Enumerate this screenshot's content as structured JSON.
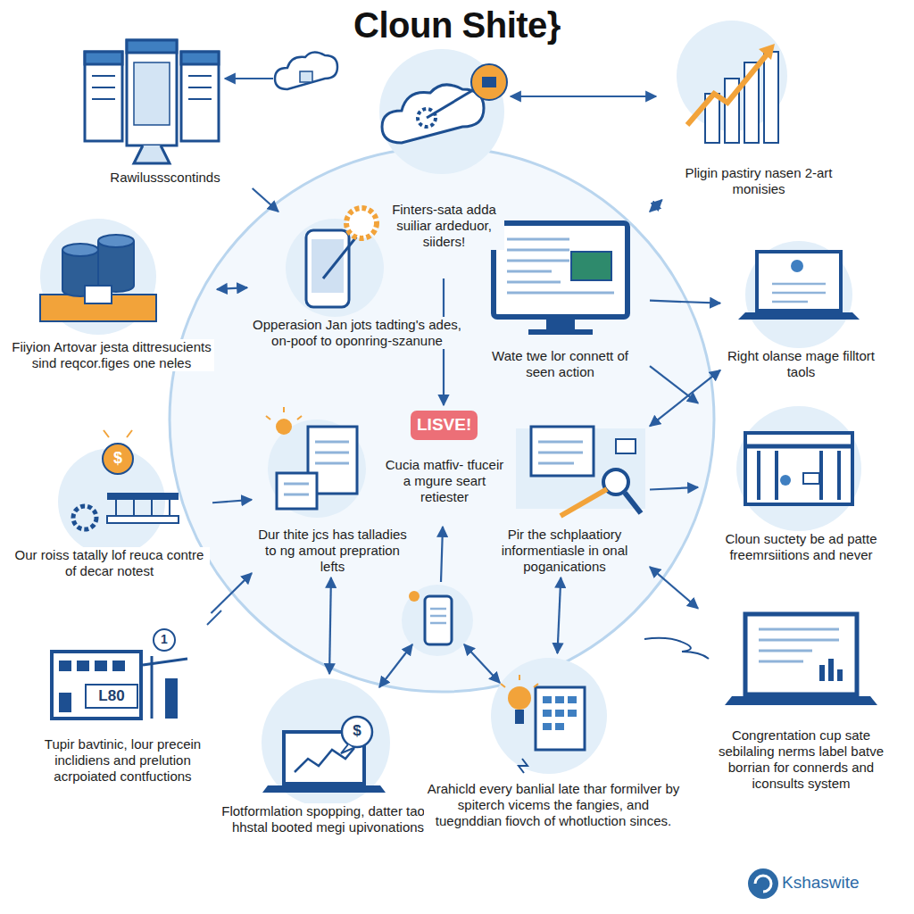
{
  "diagram": {
    "title": "Cloun Shite}",
    "nodes": [
      {
        "text": [
          "Rawilussscontinds"
        ]
      },
      {
        "text": [
          "Pligin pastiry nasen 2-art monisies"
        ]
      },
      {
        "text": [
          "Fiiyion Artovar jesta dittresucients sind reqcor.figes one neles"
        ]
      },
      {
        "text": [
          "Opperasion Jan jots tadting's ades, on-poof to oponring-szanune"
        ]
      },
      {
        "text": [
          "Wate twe lor connett of seen action"
        ]
      },
      {
        "text": [
          "Right olanse mage filltort taols"
        ]
      },
      {
        "text": [
          "LISVE!"
        ]
      },
      {
        "text": [
          "Our roiss tatally lof reuca contre of decar notest"
        ]
      },
      {
        "text": [
          "Dur thite jcs has talladies to ng amout prepration lefts"
        ]
      },
      {
        "text": [
          "Pir the schplaatiory informentiasle in onal poganications"
        ]
      },
      {
        "text": [
          "Cloun suctety be ad patte freemrsiitions and never"
        ]
      },
      {
        "text": [
          "Tupir bavtinic, lour precein inclidiens and prelution acrpoiated contfuctions"
        ]
      },
      {
        "text": [
          "Flotformlation spopping, datter taols hhstal booted megi upivonations"
        ]
      },
      {
        "text": [
          "Arahicld every banlial late thar formilver by spiterch vicems the fangies, and tuegnddian fiovch of whotluction sinces."
        ]
      },
      {
        "text": [
          "Congrentation cup sate sebilaling nerms label batve borrian for connerds and iconsults system"
        ]
      }
    ],
    "edges": [
      {
        "from": 0,
        "to": 3,
        "arrow": "to"
      },
      {
        "from": 1,
        "to": 4,
        "arrow": "both"
      },
      {
        "from": 2,
        "to": 3,
        "arrow": "both"
      },
      {
        "from": 4,
        "to": 5,
        "arrow": "to"
      },
      {
        "from": 5,
        "to": 9,
        "arrow": "both"
      },
      {
        "from": 4,
        "to": 10,
        "arrow": "to"
      },
      {
        "from": 9,
        "to": 10,
        "arrow": "to"
      },
      {
        "from": 7,
        "to": 8,
        "arrow": "to"
      },
      {
        "from": 11,
        "to": 8,
        "arrow": "to"
      },
      {
        "from": 8,
        "to": 12,
        "arrow": "both"
      },
      {
        "from": 9,
        "to": 13,
        "arrow": "both"
      },
      {
        "from": 9,
        "to": 14,
        "arrow": "both"
      }
    ],
    "labels": [
      "Finters-sata adda suiliar ardeduor, siiders!",
      "Cucia matfiv- tfuceir a mgure seart retiester",
      "1",
      "L80",
      "$",
      "$",
      "Kshaswite"
    ]
  }
}
